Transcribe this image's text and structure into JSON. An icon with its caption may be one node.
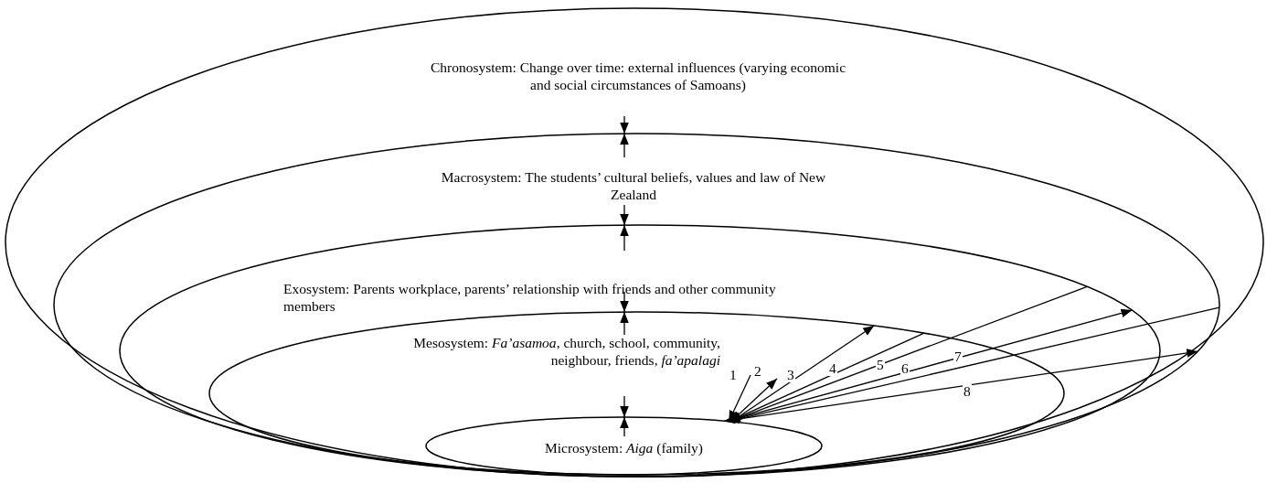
{
  "diagram": {
    "nodes": [
      {
        "text": [
          "Chronosystem: Change over time: external influences (varying economic and social circumstances of Samoans)"
        ]
      },
      {
        "text": [
          "Macrosystem: The students’ cultural beliefs, values and law of New Zealand"
        ],
        "in": 0
      },
      {
        "text": [
          "Exosystem: Parents workplace, parents’ relationship with friends and other community members"
        ],
        "in": 1
      },
      {
        "text": [
          "Mesosystem: *Fa’asamoa*, church, school, community, neighbour, friends, *fa’apalagi*"
        ],
        "in": 2
      },
      {
        "text": [
          "Microsystem: *Aiga* (family)"
        ],
        "in": 3
      }
    ],
    "edges": [
      {
        "from": null,
        "to": 1,
        "arrow": "to"
      },
      {
        "from": null,
        "to": 1,
        "arrow": "to"
      },
      {
        "from": null,
        "to": 2,
        "arrow": "to"
      },
      {
        "from": null,
        "to": 2,
        "arrow": "to"
      },
      {
        "from": null,
        "to": 3,
        "arrow": "to"
      },
      {
        "from": null,
        "to": 3,
        "arrow": "to"
      },
      {
        "from": null,
        "to": 4,
        "arrow": "to"
      },
      {
        "from": null,
        "to": 4,
        "arrow": "to"
      },
      {
        "from": null,
        "to": 4,
        "arrow": "to",
        "label": "1"
      },
      {
        "from": 4,
        "to": null,
        "arrow": "both",
        "label": "2"
      },
      {
        "from": 4,
        "to": 3,
        "arrow": "both",
        "label": "3"
      },
      {
        "from": 3,
        "to": 4,
        "arrow": "to",
        "label": "4"
      },
      {
        "from": 2,
        "to": 4,
        "arrow": "to",
        "label": "5"
      },
      {
        "from": 4,
        "to": 2,
        "arrow": "both",
        "label": "6"
      },
      {
        "from": 1,
        "to": 4,
        "arrow": "to",
        "label": "7"
      },
      {
        "from": 4,
        "to": 1,
        "arrow": "both",
        "label": "8"
      }
    ]
  }
}
